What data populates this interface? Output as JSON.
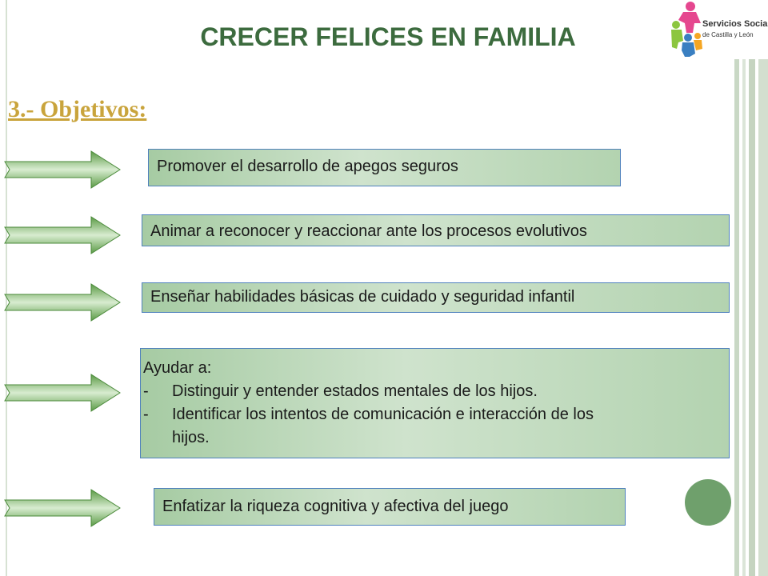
{
  "slide": {
    "title": "CRECER FELICES EN FAMILIA",
    "section_heading": "3.- Objetivos:",
    "logo": {
      "name": "Servicios Sociales",
      "sub": "de Castilla y León"
    },
    "objectives": [
      "Promover el desarrollo de apegos seguros",
      "Animar a reconocer y reaccionar ante los procesos evolutivos",
      "Enseñar habilidades básicas de cuidado y seguridad infantil",
      {
        "intro": "Ayudar a:",
        "items": [
          {
            "bullet": "-",
            "text": "Distinguir y entender estados mentales de los hijos."
          },
          {
            "bullet": "-",
            "text": "Identificar los intentos de comunicación e interacción de los"
          }
        ],
        "continuation": "hijos."
      },
      "Enfatizar la riqueza cognitiva y afectiva del juego"
    ]
  },
  "colors": {
    "title": "#3c6b3e",
    "heading": "#c9a43c",
    "arrow": "#6aa84f",
    "box_border": "#4f81bd",
    "circle": "#6fa06c"
  },
  "icons": {
    "arrow": "right-arrow-icon"
  }
}
